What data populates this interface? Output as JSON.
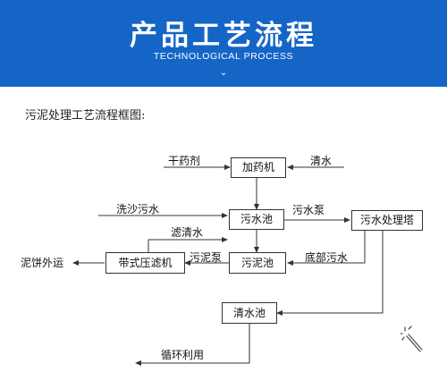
{
  "banner": {
    "title": "产品工艺流程",
    "subtitle": "TECHNOLOGICAL PROCESS",
    "arrow": "⌄",
    "color": "#1565c7"
  },
  "diagram": {
    "heading": "污泥处理工艺流程框图:",
    "nodes": {
      "dosing": "加药机",
      "sewage_pool": "污水池",
      "tower": "污水处理塔",
      "sludge_pool": "污泥池",
      "belt_press": "带式压滤机",
      "clear_pool": "清水池"
    },
    "labels": {
      "dry_agent": "干药剂",
      "clear_water_in": "清水",
      "sand_wash": "洗沙污水",
      "sewage_pump": "污水泵",
      "filtrate": "滤清水",
      "bottom_sewage": "底部污水",
      "sludge_pump": "污泥泵",
      "cake_out": "泥饼外运",
      "recycle": "循环利用"
    }
  }
}
